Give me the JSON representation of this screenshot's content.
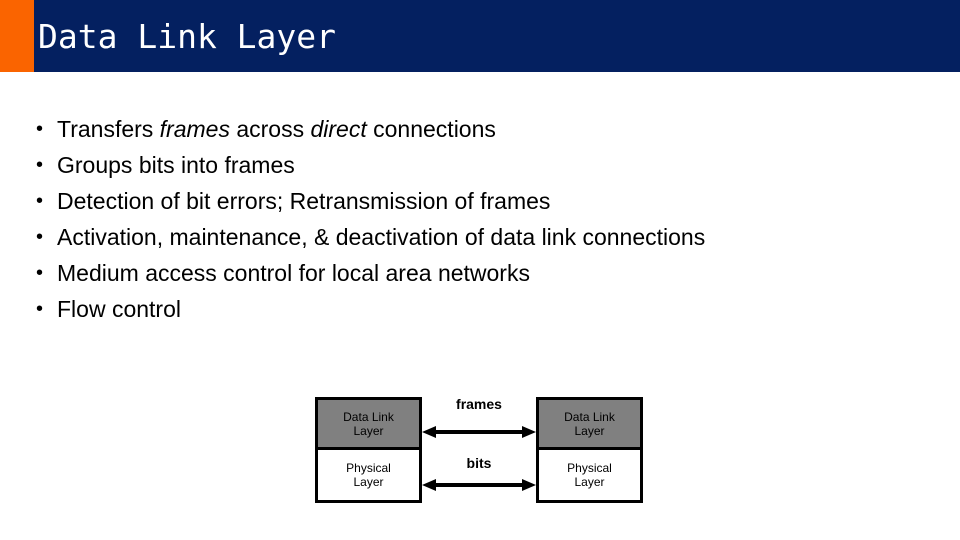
{
  "slide": {
    "title": "Data Link Layer",
    "accent_color": "#fa6400",
    "header_color": "#042060",
    "title_color": "#ffffff",
    "background_color": "#ffffff"
  },
  "bullets": [
    {
      "marker": "•",
      "segments": [
        {
          "text": "Transfers ",
          "style": "normal"
        },
        {
          "text": "frames",
          "style": "italic"
        },
        {
          "text": " across ",
          "style": "normal"
        },
        {
          "text": "direct",
          "style": "italic"
        },
        {
          "text": " connections",
          "style": "normal"
        }
      ],
      "plain": "Transfers frames across direct connections"
    },
    {
      "marker": "•",
      "segments": [
        {
          "text": "Groups bits into frames",
          "style": "normal"
        }
      ],
      "plain": "Groups bits into frames"
    },
    {
      "marker": "•",
      "segments": [
        {
          "text": "Detection of bit errors;  Retransmission of frames",
          "style": "normal"
        }
      ],
      "plain": "Detection of bit errors;  Retransmission of frames"
    },
    {
      "marker": "•",
      "segments": [
        {
          "text": "Activation, maintenance, & deactivation of data link connections",
          "style": "normal"
        }
      ],
      "plain": "Activation, maintenance, & deactivation of data link connections"
    },
    {
      "marker": "•",
      "segments": [
        {
          "text": "Medium access control for local area networks",
          "style": "normal"
        }
      ],
      "plain": "Medium access control for local area networks"
    },
    {
      "marker": "•",
      "segments": [
        {
          "text": "Flow control",
          "style": "normal"
        }
      ],
      "plain": "Flow control"
    }
  ],
  "diagram": {
    "left_stack": {
      "datalink": {
        "line1": "Data Link",
        "line2": "Layer",
        "fill": "#808080"
      },
      "physical": {
        "line1": "Physical",
        "line2": "Layer",
        "fill": "#ffffff"
      }
    },
    "right_stack": {
      "datalink": {
        "line1": "Data Link",
        "line2": "Layer",
        "fill": "#808080"
      },
      "physical": {
        "line1": "Physical",
        "line2": "Layer",
        "fill": "#ffffff"
      }
    },
    "connections": [
      {
        "label": "frames",
        "between": "datalink",
        "arrow": "double"
      },
      {
        "label": "bits",
        "between": "physical",
        "arrow": "double"
      }
    ]
  }
}
